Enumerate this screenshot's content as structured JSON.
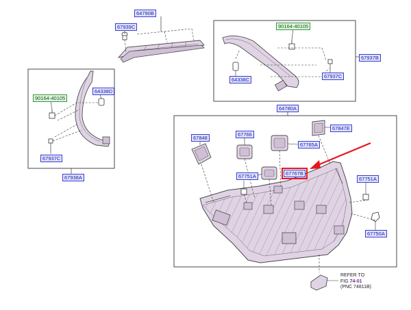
{
  "labels": {
    "p64790B": "64790B",
    "p67939C": "67939C",
    "p90164_top": "90164-40105",
    "p67937B": "67937B",
    "p64338C": "64338C",
    "p67937C_top": "67937C",
    "p64338D": "64338D",
    "p90164_left": "90164-40105",
    "p67937C_left": "67937C",
    "p67938A": "67938A",
    "p64780A": "64780A",
    "p67848": "67848",
    "p67766": "67766",
    "p67847E": "67847E",
    "p67765A": "67765A",
    "p67751A_left": "67751A",
    "p67767B": "67767B",
    "p67751A_right": "67751A",
    "p67750A": "67750A"
  },
  "reference": {
    "line1": "REFER TO",
    "line2_prefix": "FIG",
    "line2_fig": "74-01",
    "line3": "(PNC 74811B)"
  },
  "colors": {
    "label_text": "#1a1a9a",
    "label_bg": "#dfe4ff",
    "label_border": "#3a3ad0",
    "green_text": "#0b5a10",
    "green_bg": "#e4f3e4",
    "highlight": "#e8141e",
    "part_fill": "#e0d4e4",
    "part_stroke": "#4a4a4a"
  }
}
